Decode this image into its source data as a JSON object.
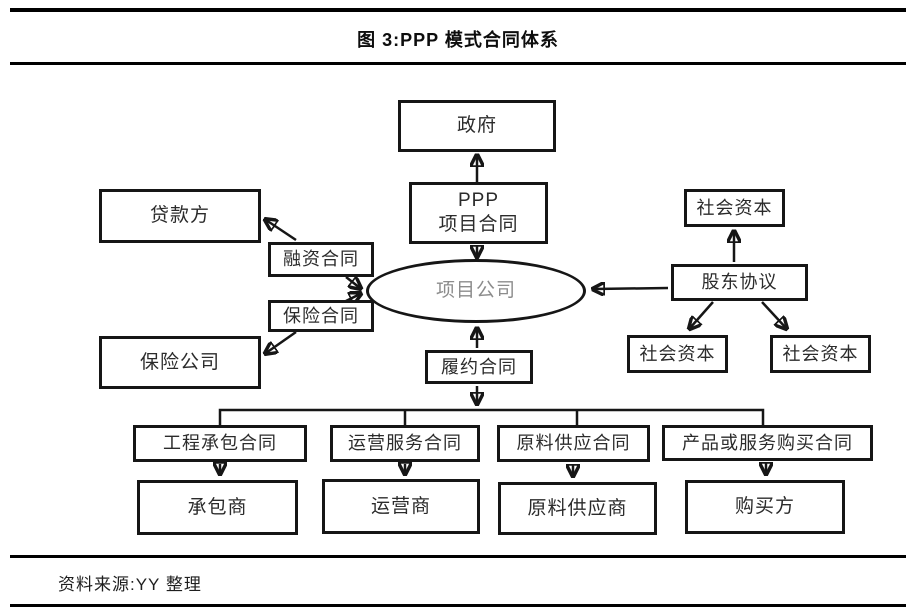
{
  "figure": {
    "title": "图 3:PPP 模式合同体系",
    "source": "资料来源:YY 整理"
  },
  "colors": {
    "ink": "#161616",
    "rule": "#000000",
    "node_text": "#2b2b2b",
    "ellipse_text": "#8c8c8c",
    "background": "#ffffff"
  },
  "nodes": {
    "government": "政府",
    "ppp_contract": "PPP\n项目合同",
    "lender": "贷款方",
    "financing_contract": "融资合同",
    "insurance_contract": "保险合同",
    "insurance_company": "保险公司",
    "project_company": "项目公司",
    "performance_contract": "履约合同",
    "social_capital_top": "社会资本",
    "shareholder_agreement": "股东协议",
    "social_capital_left": "社会资本",
    "social_capital_right": "社会资本",
    "epc_contract": "工程承包合同",
    "operation_contract": "运营服务合同",
    "supply_contract": "原料供应合同",
    "purchase_contract": "产品或服务购买合同",
    "contractor": "承包商",
    "operator": "运营商",
    "supplier": "原料供应商",
    "purchaser": "购买方"
  }
}
